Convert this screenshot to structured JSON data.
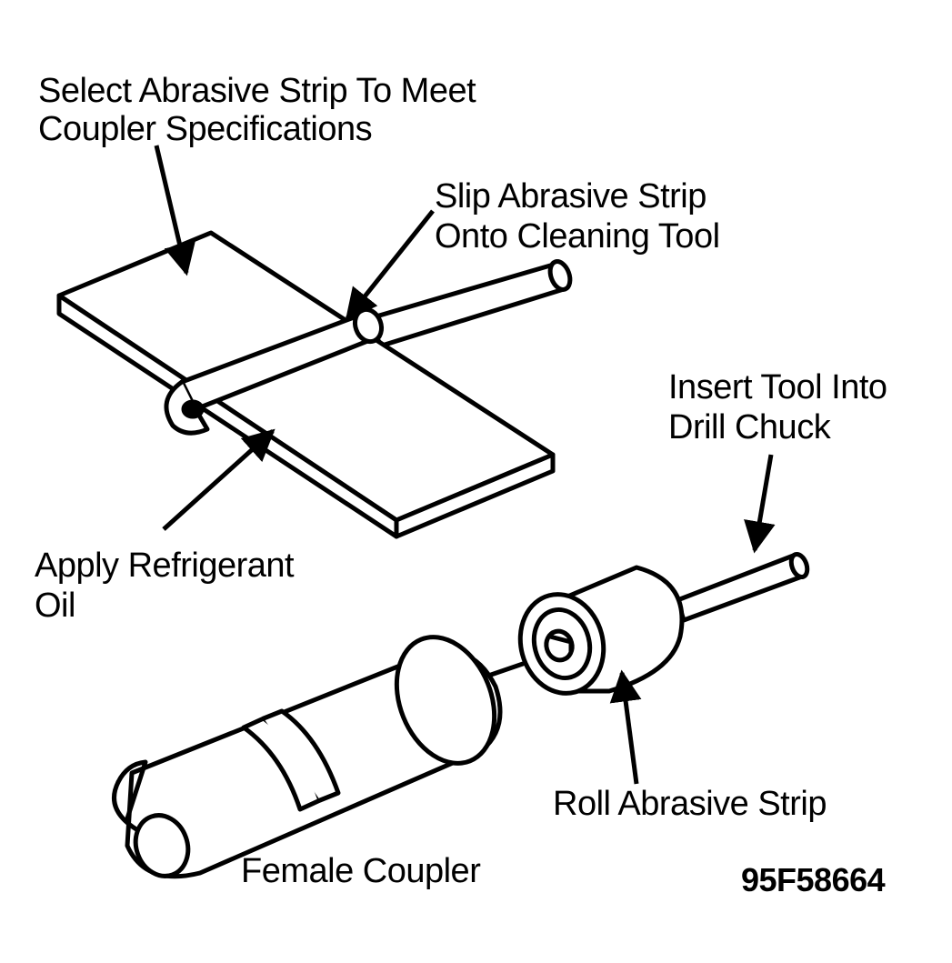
{
  "labels": {
    "select_strip_1": "Select Abrasive Strip To Meet",
    "select_strip_2": "Coupler Specifications",
    "slip_strip_1": "Slip Abrasive Strip",
    "slip_strip_2": "Onto Cleaning Tool",
    "insert_tool_1": "Insert Tool Into",
    "insert_tool_2": "Drill Chuck",
    "apply_oil_1": "Apply Refrigerant",
    "apply_oil_2": "Oil",
    "roll_strip": "Roll Abrasive Strip",
    "female_coupler": "Female Coupler",
    "figure_code": "95F58664"
  },
  "colors": {
    "ink": "#000000",
    "paper": "#ffffff"
  }
}
